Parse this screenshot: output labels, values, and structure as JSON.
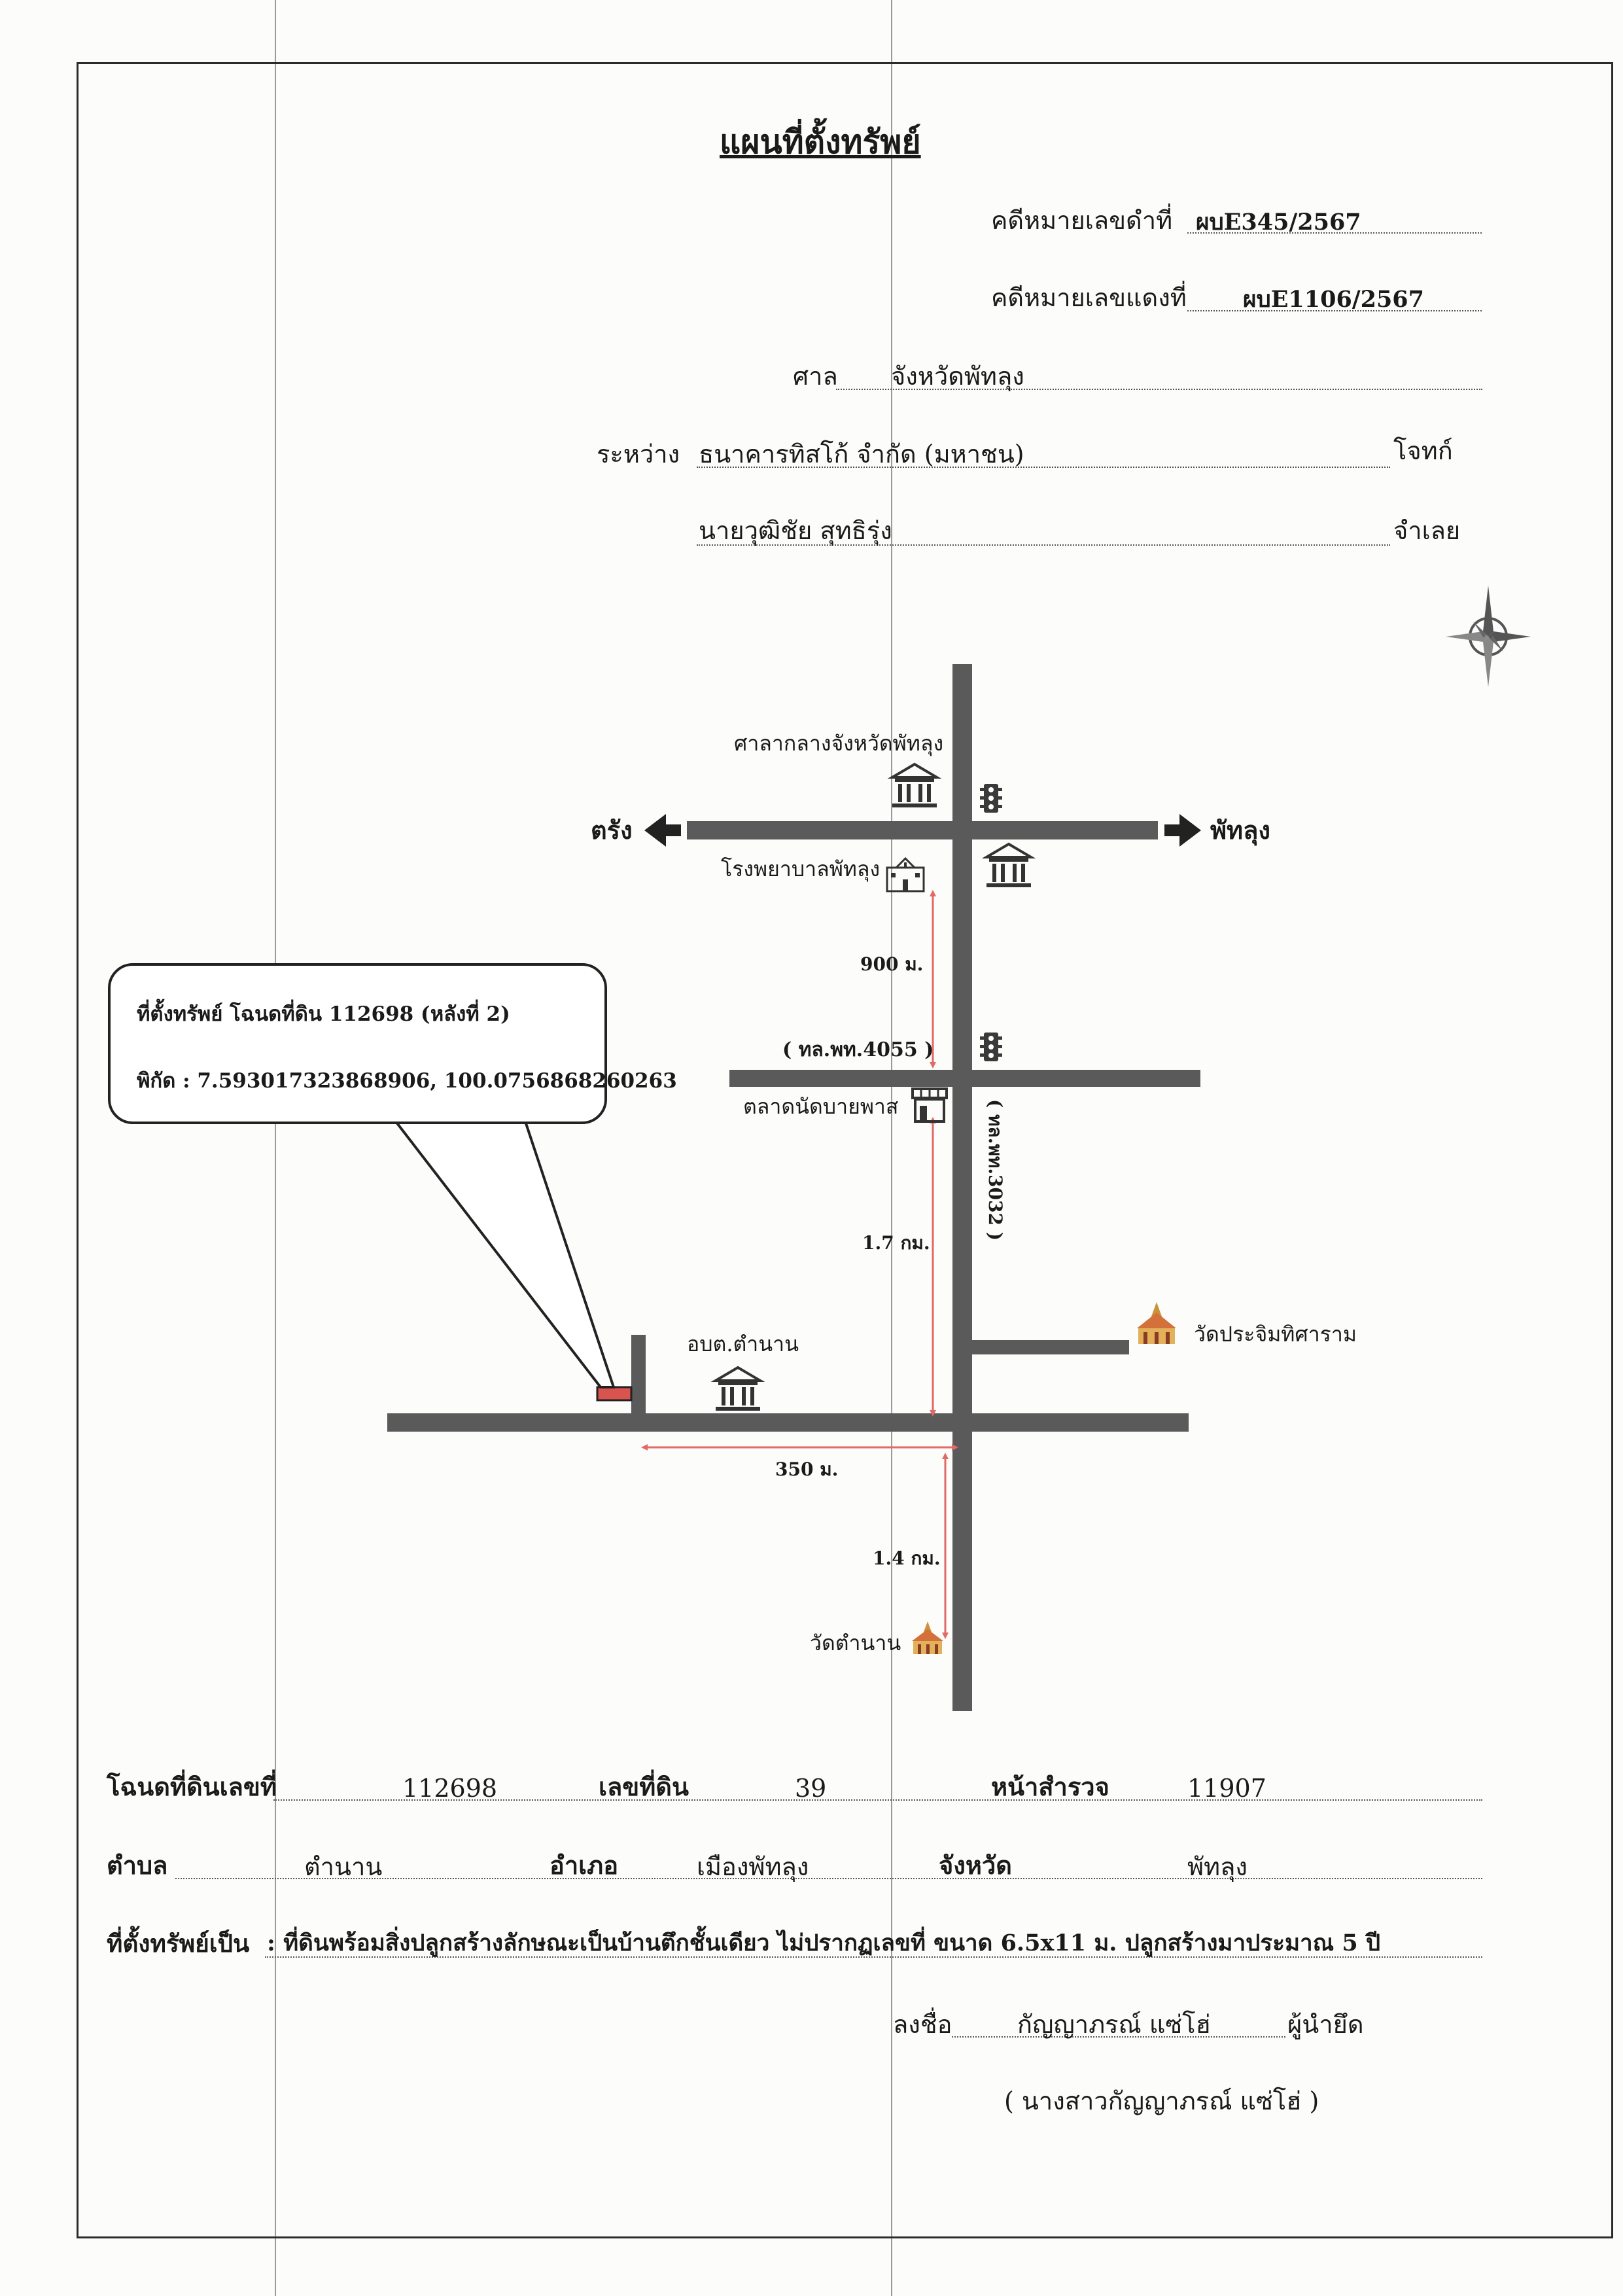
{
  "title": "แผนที่ตั้งทรัพย์",
  "header": {
    "black_case_label": "คดีหมายเลขดำที่",
    "black_case_value": "ผบE345/2567",
    "red_case_label": "คดีหมายเลขแดงที่",
    "red_case_value": "ผบE1106/2567",
    "court_label": "ศาล",
    "court_value": "จังหวัดพัทลุง",
    "between_label": "ระหว่าง",
    "plaintiff_value": "ธนาคารทิสโก้ จำกัด (มหาชน)",
    "plaintiff_role": "โจทก์",
    "defendant_value": "นายวุฒิชัย สุทธิรุ่ง",
    "defendant_role": "จำเลย"
  },
  "callout": {
    "line1": "ที่ตั้งทรัพย์  โฉนดที่ดิน 112698 (หลังที่ 2)",
    "line2": "พิกัด : 7.593017323868906, 100.0756868260263"
  },
  "map": {
    "direction_left": "ตรัง",
    "direction_right": "พัทลุง",
    "provincial_hall": "ศาลากลางจังหวัดพัทลุง",
    "hospital": "โรงพยาบาลพัทลุง",
    "market": "ตลาดนัดบายพาส",
    "road_ptl4055": "( ทล.พท.4055 )",
    "road_ptl3032": "( ทล.พท.3032 )",
    "temple_prachim": "วัดประจิมทิศาราม",
    "tambon_office": "อบต.ตำนาน",
    "temple_tamnan": "วัดตำนาน",
    "dist_900": "900 ม.",
    "dist_1_7": "1.7 กม.",
    "dist_350": "350 ม.",
    "dist_1_4": "1.4 กม.",
    "colors": {
      "road": "#5a5a5a",
      "arrow": "#e06a66",
      "property": "#d9534f"
    },
    "icons": [
      "compass-icon",
      "traffic-light-icon",
      "government-building-icon",
      "hospital-icon",
      "market-icon",
      "temple-icon",
      "arrow-left-icon",
      "arrow-right-icon"
    ]
  },
  "footer": {
    "deed_label": "โฉนดที่ดินเลขที่",
    "deed_value": "112698",
    "land_no_label": "เลขที่ดิน",
    "land_no_value": "39",
    "survey_label": "หน้าสำรวจ",
    "survey_value": "11907",
    "tambon_label": "ตำบล",
    "tambon_value": "ตำนาน",
    "amphoe_label": "อำเภอ",
    "amphoe_value": "เมืองพัทลุง",
    "province_label": "จังหวัด",
    "province_value": "พัทลุง",
    "property_label": "ที่ตั้งทรัพย์เป็น",
    "property_value": ": ที่ดินพร้อมสิ่งปลูกสร้างลักษณะเป็นบ้านตึกชั้นเดียว ไม่ปรากฏเลขที่ ขนาด 6.5x11 ม. ปลูกสร้างมาประมาณ 5 ปี",
    "sign_label": "ลงชื่อ",
    "sign_value": "กัญญาภรณ์ แซ่โฮ่",
    "sign_role": "ผู้นำยึด",
    "sign_fullname": "( นางสาวกัญญาภรณ์ แซ่โฮ่ )"
  }
}
